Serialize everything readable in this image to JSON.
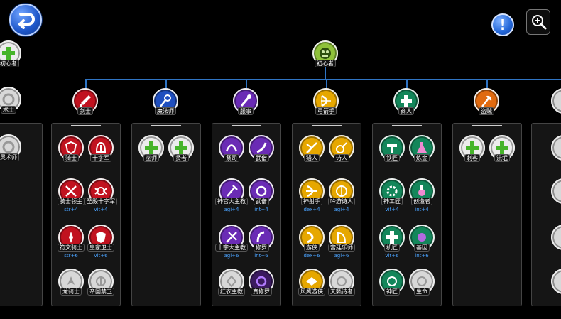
{
  "toolbar": {
    "back_icon": "back-arrow-icon",
    "info_icon": "exclamation-icon",
    "info_label": "!",
    "zoom_icon": "zoom-in-icon"
  },
  "colors": {
    "swordsman": "#c1121f",
    "mage": "#1f4fbf",
    "acolyte": "#6a2bb5",
    "archer": "#e6a700",
    "merchant": "#13865a",
    "thief": "#e06a10",
    "novice": "#8fc23a",
    "locked": "#d8d8d8",
    "stat": "#4aa3ff",
    "connector": "#2f74c4"
  },
  "tree": {
    "novice": {
      "label": "初心者"
    },
    "left_partial": {
      "label": "初心者"
    },
    "left_partial_2": {
      "label": "术士"
    },
    "left_partial_3": {
      "label": "灵术师"
    },
    "first_jobs": [
      {
        "label": "剑士"
      },
      {
        "label": "魔法师"
      },
      {
        "label": "服事"
      },
      {
        "label": "弓箭手"
      },
      {
        "label": "商人"
      },
      {
        "label": "盗贼"
      }
    ],
    "swordsman": {
      "row1": [
        {
          "label": "骑士"
        },
        {
          "label": "十字军"
        }
      ],
      "row2": [
        {
          "label": "骑士领主",
          "stat": "str+4"
        },
        {
          "label": "圣殿十字军",
          "stat": "vit+4"
        }
      ],
      "row3": [
        {
          "label": "符文骑士",
          "stat": "str+6"
        },
        {
          "label": "皇家卫士",
          "stat": "vit+6"
        }
      ],
      "row4": [
        {
          "label": "龙骑士"
        },
        {
          "label": "帝国禁卫"
        }
      ]
    },
    "mage": {
      "row1": [
        {
          "label": "巫师"
        },
        {
          "label": "贤者"
        }
      ]
    },
    "acolyte": {
      "row1": [
        {
          "label": "祭司"
        },
        {
          "label": "武僧"
        }
      ],
      "row2": [
        {
          "label": "神官大主教",
          "stat": "agi+4"
        },
        {
          "label": "武僧",
          "stat": "int+4"
        }
      ],
      "row3": [
        {
          "label": "十字大主教",
          "stat": "agi+6"
        },
        {
          "label": "修罗",
          "stat": "int+6"
        }
      ],
      "row4": [
        {
          "label": "红衣主教"
        },
        {
          "label": "真修罗"
        }
      ]
    },
    "archer": {
      "row1": [
        {
          "label": "猎人"
        },
        {
          "label": "诗人"
        }
      ],
      "row2": [
        {
          "label": "神射手",
          "stat": "dex+4"
        },
        {
          "label": "吟游诗人",
          "stat": "agi+4"
        }
      ],
      "row3": [
        {
          "label": "游侠",
          "stat": "dex+6"
        },
        {
          "label": "宫廷乐师",
          "stat": "agi+6"
        }
      ],
      "row4": [
        {
          "label": "风鹰游侠"
        },
        {
          "label": "天籁诗者"
        }
      ]
    },
    "merchant": {
      "row1": [
        {
          "label": "铁匠"
        },
        {
          "label": "炼金"
        }
      ],
      "row2": [
        {
          "label": "神工匠",
          "stat": "vit+4"
        },
        {
          "label": "创造者",
          "stat": "int+4"
        }
      ],
      "row3": [
        {
          "label": "机匠",
          "stat": "vit+6"
        },
        {
          "label": "基因",
          "stat": "int+6"
        }
      ],
      "row4": [
        {
          "label": "神匠"
        },
        {
          "label": "生命"
        }
      ]
    },
    "thief": {
      "row1": [
        {
          "label": "刺客"
        },
        {
          "label": "流氓"
        }
      ]
    }
  }
}
